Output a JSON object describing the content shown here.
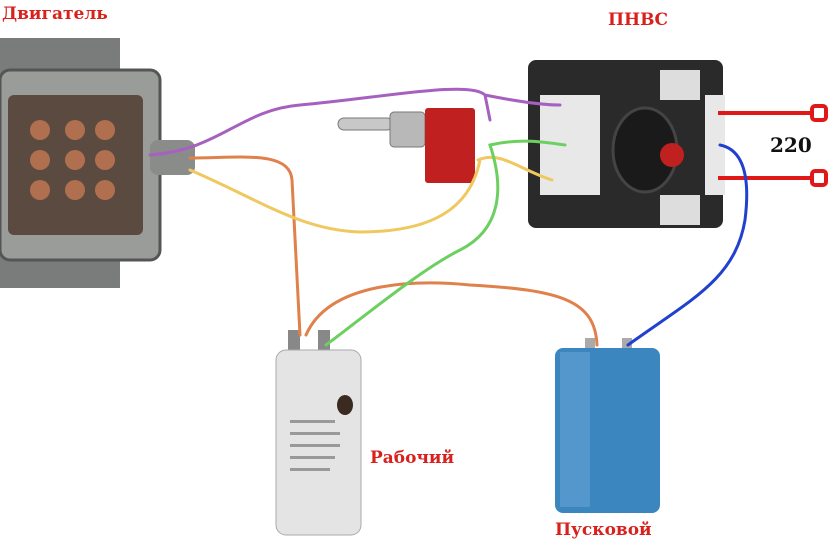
{
  "labels": {
    "motor": "Двигатель",
    "switch_unit": "ПНВС",
    "voltage": "220",
    "run_capacitor": "Рабочий",
    "start_capacitor": "Пусковой"
  },
  "colors": {
    "label_red": "#d8201c",
    "wire_purple": "#a660c0",
    "wire_orange": "#e0804a",
    "wire_yellow": "#f0c860",
    "wire_green": "#6cd060",
    "wire_blue": "#2040d0",
    "wire_red": "#e01818"
  }
}
